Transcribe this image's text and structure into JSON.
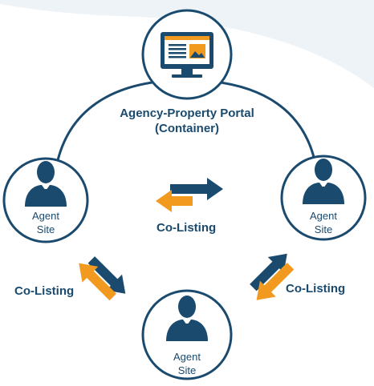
{
  "colors": {
    "navy": "#1a4a6e",
    "orange": "#f29a1f",
    "background_swoosh": "#eef3f8",
    "text": "#1a4a6e"
  },
  "portal": {
    "icon": "monitor-webpage-icon",
    "label_line1": "Agency-Property Portal",
    "label_line2": "(Container)"
  },
  "agents": {
    "left": {
      "icon": "agent-person-icon",
      "line1": "Agent",
      "line2": "Site"
    },
    "right": {
      "icon": "agent-person-icon",
      "line1": "Agent",
      "line2": "Site"
    },
    "bottom": {
      "icon": "agent-person-icon",
      "line1": "Agent",
      "line2": "Site"
    }
  },
  "links": {
    "top": {
      "label": "Co-Listing",
      "icon": "bidirectional-arrow-icon"
    },
    "left": {
      "label": "Co-Listing",
      "icon": "bidirectional-arrow-icon"
    },
    "right": {
      "label": "Co-Listing",
      "icon": "bidirectional-arrow-icon"
    }
  }
}
